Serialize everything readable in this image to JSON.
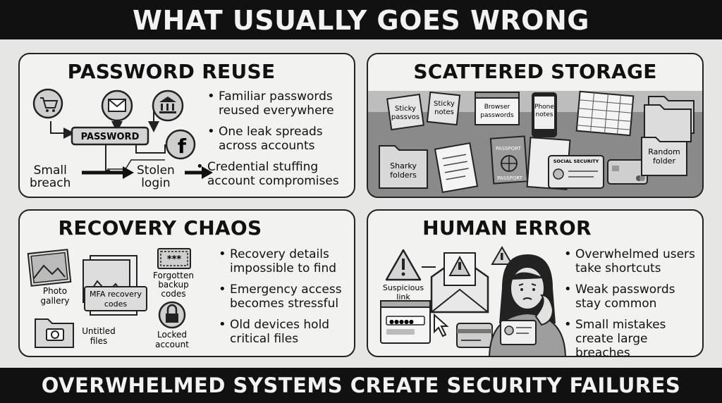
{
  "header": {
    "title": "WHAT USUALLY GOES WRONG"
  },
  "footer": {
    "title": "OVERWHELMED SYSTEMS CREATE SECURITY FAILURES"
  },
  "password_reuse": {
    "title": "PASSWORD REUSE",
    "password_label": "PASSWORD",
    "breach_label_1": "Small",
    "breach_label_2": "breach",
    "stolen_label_1": "Stolen",
    "stolen_label_2": "login",
    "bullets": [
      "Familiar passwords reused everywhere",
      "One leak spreads across accounts",
      "Credential stuffing account compromises"
    ],
    "icons": [
      "cart-icon",
      "mail-icon",
      "bank-icon",
      "facebook-icon"
    ]
  },
  "scattered_storage": {
    "title": "SCATTERED STORAGE",
    "items": {
      "sticky_1": [
        "Sticky",
        "passvos"
      ],
      "sticky_2": [
        "Sticky",
        "notes"
      ],
      "browser": [
        "Browser",
        "passwords"
      ],
      "phone": [
        "Phone",
        "notes"
      ],
      "sharky": [
        "Sharky",
        "folders"
      ],
      "passport_1": "PASSPORT",
      "passport_2": "PASSPORT",
      "social": "SOCIAL SECURITY",
      "random": [
        "Random",
        "folder"
      ]
    }
  },
  "recovery_chaos": {
    "title": "RECOVERY CHAOS",
    "items": {
      "gallery": [
        "Photo",
        "gallery"
      ],
      "mfa": [
        "MFA recovery",
        "codes"
      ],
      "backup_code": "***",
      "backup": [
        "Forgotten",
        "backup",
        "codes"
      ],
      "untitled": [
        "Untitled",
        "files"
      ],
      "locked": [
        "Locked",
        "account"
      ]
    },
    "bullets": [
      "Recovery details impossible to find",
      "Emergency access becomes stressful",
      "Old devices hold critical files"
    ]
  },
  "human_error": {
    "title": "HUMAN ERROR",
    "items": {
      "suspicious": [
        "Suspicious",
        "link"
      ]
    },
    "bullets": [
      "Overwhelmed users take shortcuts",
      "Weak passwords stay common",
      "Small mistakes create large breaches"
    ]
  }
}
